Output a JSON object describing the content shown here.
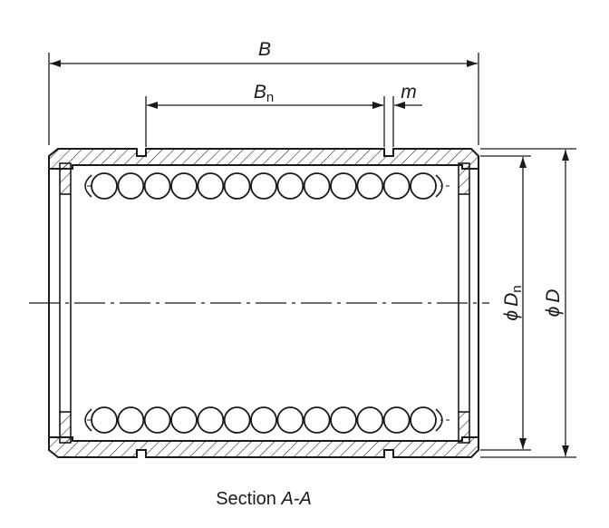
{
  "dimensions": {
    "overall_length": "B",
    "groove_spacing": "B",
    "groove_spacing_sub": "n",
    "groove_width": "m",
    "groove_dia_prefix": "ϕ",
    "groove_dia": "D",
    "groove_dia_sub": "n",
    "outer_dia_prefix": "ϕ",
    "outer_dia": "D"
  },
  "caption": {
    "text": "Section ",
    "section_label": "A-A"
  },
  "drawing": {
    "ball_count_per_row": 13,
    "line_color": "#1a1a1a",
    "hatch_color": "#1a1a1a"
  }
}
